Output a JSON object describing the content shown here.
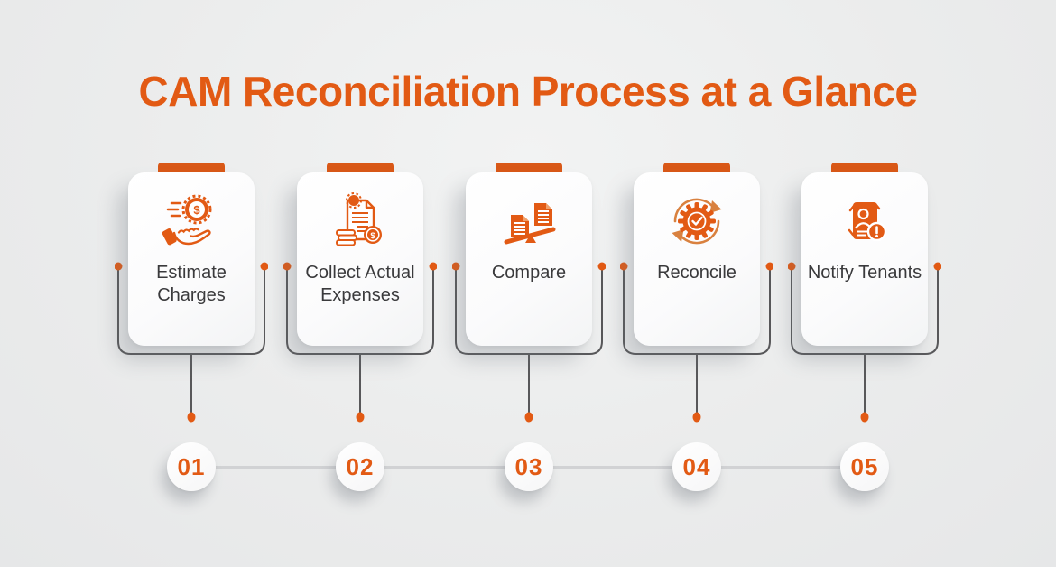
{
  "title": "CAM Reconciliation Process at a Glance",
  "colors": {
    "accent": "#e25a14",
    "accent_light": "#d9813f",
    "background": "#ebecec",
    "card": "#ffffff",
    "line_dark": "#58585a",
    "line_light": "#d1d2d4",
    "text": "#3a3a3c"
  },
  "steps": [
    {
      "number": "01",
      "label": "Estimate Charges",
      "icon": "hand-coin-icon"
    },
    {
      "number": "02",
      "label": "Collect Actual Expenses",
      "icon": "invoice-coins-icon"
    },
    {
      "number": "03",
      "label": "Compare",
      "icon": "documents-balance-icon"
    },
    {
      "number": "04",
      "label": "Reconcile",
      "icon": "gear-sync-check-icon"
    },
    {
      "number": "05",
      "label": "Notify Tenants",
      "icon": "tenant-alert-icon"
    }
  ]
}
